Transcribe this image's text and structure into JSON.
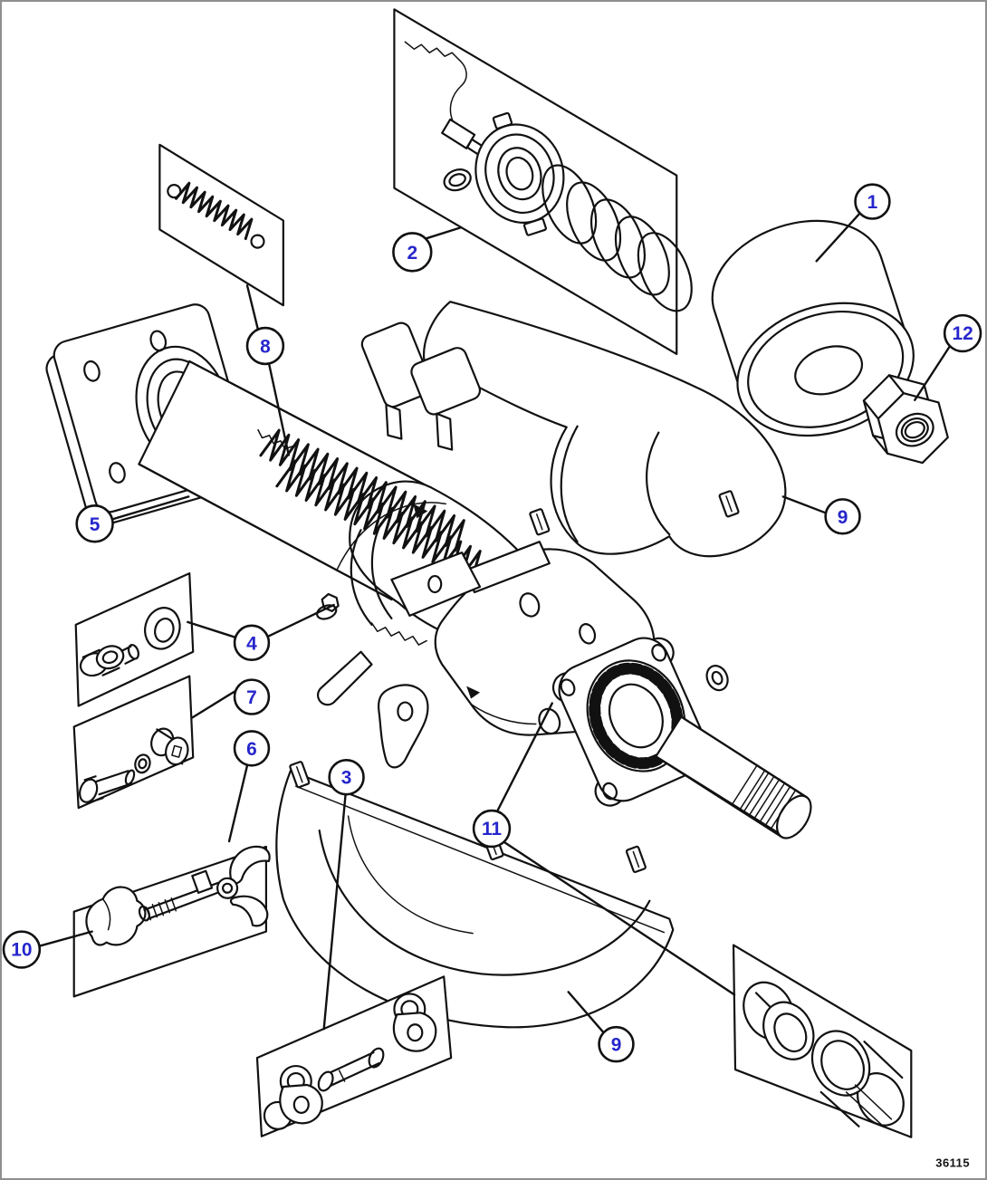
{
  "figure_number": "36115",
  "colors": {
    "callout_number": "#2626cc",
    "line_art": "#111111",
    "frame_border": "#8f8f8f",
    "background": "#ffffff"
  },
  "callouts": [
    {
      "label": "1"
    },
    {
      "label": "2"
    },
    {
      "label": "3"
    },
    {
      "label": "4"
    },
    {
      "label": "5"
    },
    {
      "label": "6"
    },
    {
      "label": "7"
    },
    {
      "label": "8"
    },
    {
      "label": "9"
    },
    {
      "label": "9"
    },
    {
      "label": "10"
    },
    {
      "label": "11"
    },
    {
      "label": "12"
    }
  ]
}
